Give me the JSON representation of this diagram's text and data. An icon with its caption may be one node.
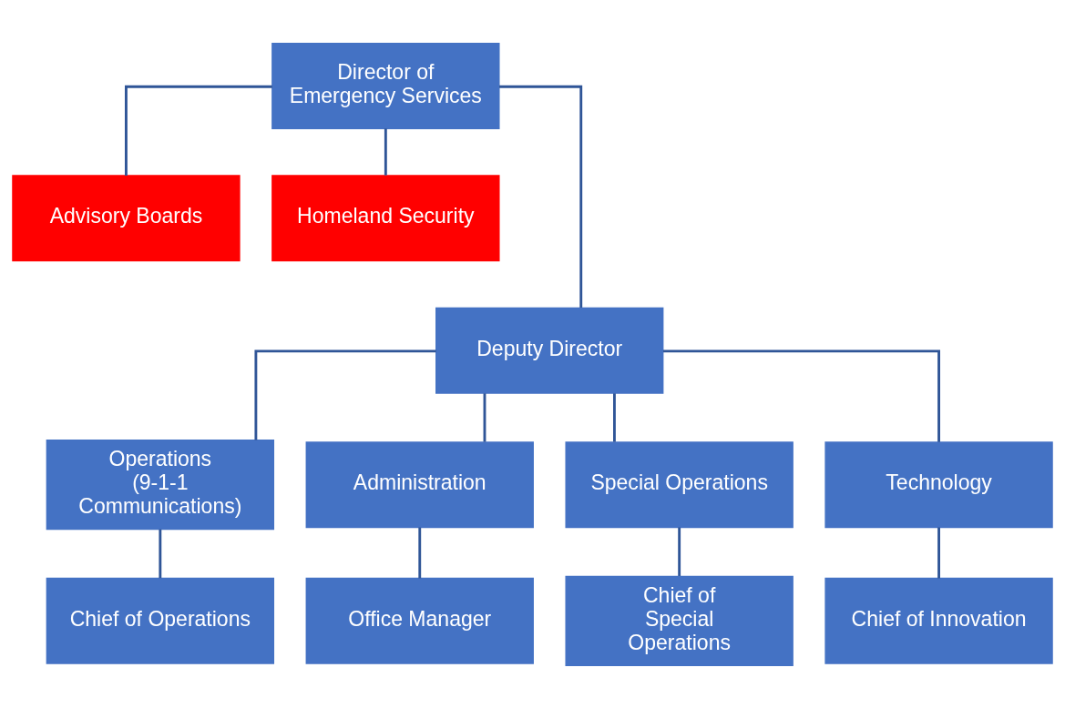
{
  "diagram": {
    "nodes": [
      {
        "text": [
          "Director of Emergency Services"
        ]
      },
      {
        "text": [
          "Advisory Boards"
        ]
      },
      {
        "text": [
          "Homeland Security"
        ]
      },
      {
        "text": [
          "Deputy Director"
        ]
      },
      {
        "text": [
          "Operations (9-1-1 Communications)"
        ]
      },
      {
        "text": [
          "Administration"
        ]
      },
      {
        "text": [
          "Special Operations"
        ]
      },
      {
        "text": [
          "Technology"
        ]
      },
      {
        "text": [
          "Chief of Operations"
        ]
      },
      {
        "text": [
          "Office Manager"
        ]
      },
      {
        "text": [
          "Chief of Special Operations"
        ]
      },
      {
        "text": [
          "Chief of Innovation"
        ]
      }
    ],
    "edges": [
      {
        "from": 0,
        "to": 1,
        "arrow": "none"
      },
      {
        "from": 0,
        "to": 2,
        "arrow": "none"
      },
      {
        "from": 0,
        "to": 3,
        "arrow": "none"
      },
      {
        "from": 3,
        "to": 4,
        "arrow": "none"
      },
      {
        "from": 3,
        "to": 5,
        "arrow": "none"
      },
      {
        "from": 3,
        "to": 6,
        "arrow": "none"
      },
      {
        "from": 3,
        "to": 7,
        "arrow": "none"
      },
      {
        "from": 4,
        "to": 8,
        "arrow": "none"
      },
      {
        "from": 5,
        "to": 9,
        "arrow": "none"
      },
      {
        "from": 6,
        "to": 10,
        "arrow": "none"
      },
      {
        "from": 7,
        "to": 11,
        "arrow": "none"
      }
    ]
  }
}
